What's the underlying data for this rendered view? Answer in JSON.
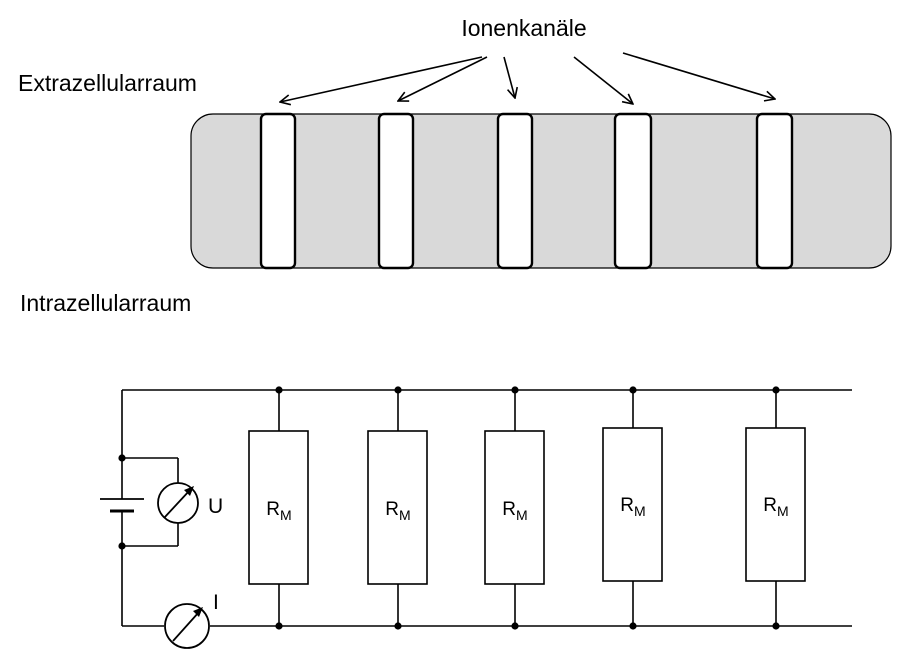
{
  "labels": {
    "ion_channels": "Ionenkanäle",
    "extracellular": "Extrazellularraum",
    "intracellular": "Intrazellularraum"
  },
  "circuit": {
    "resistor_main": "R",
    "resistor_sub": "M",
    "resistor_count": 5,
    "voltmeter": "U",
    "ammeter": "I"
  },
  "colors": {
    "membrane_fill": "#d9d9d9",
    "channel_fill": "#ffffff",
    "line": "#000000"
  }
}
